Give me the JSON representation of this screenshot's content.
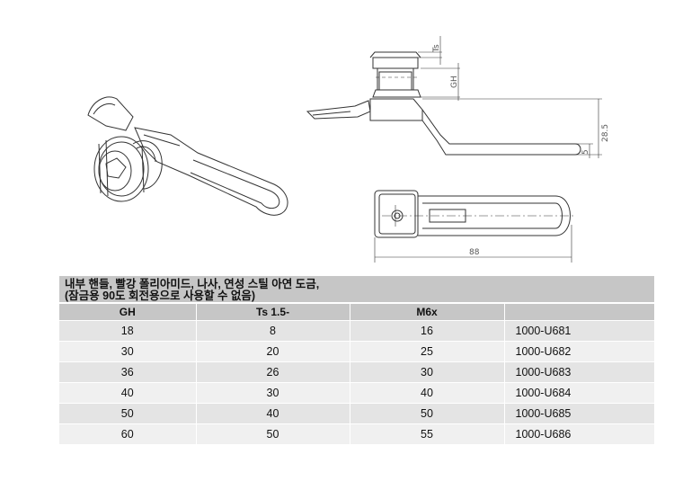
{
  "drawing": {
    "dim_ts": "Ts",
    "dim_gh": "GH",
    "dim_height": "28.5",
    "dim_thread": "5",
    "dim_length": "88"
  },
  "spec": {
    "description_line1": "내부 핸들, 빨강 폴리아미드, 나사, 연성 스틸 아연 도금,",
    "description_line2": "(잠금용 90도 회전용으로 사용할 수 없음)",
    "columns": [
      "GH",
      "Ts 1.5-",
      "M6x",
      ""
    ],
    "rows": [
      [
        "18",
        "8",
        "16",
        "1000-U681"
      ],
      [
        "30",
        "20",
        "25",
        "1000-U682"
      ],
      [
        "36",
        "26",
        "30",
        "1000-U683"
      ],
      [
        "40",
        "30",
        "40",
        "1000-U684"
      ],
      [
        "50",
        "40",
        "50",
        "1000-U685"
      ],
      [
        "60",
        "50",
        "55",
        "1000-U686"
      ]
    ]
  }
}
